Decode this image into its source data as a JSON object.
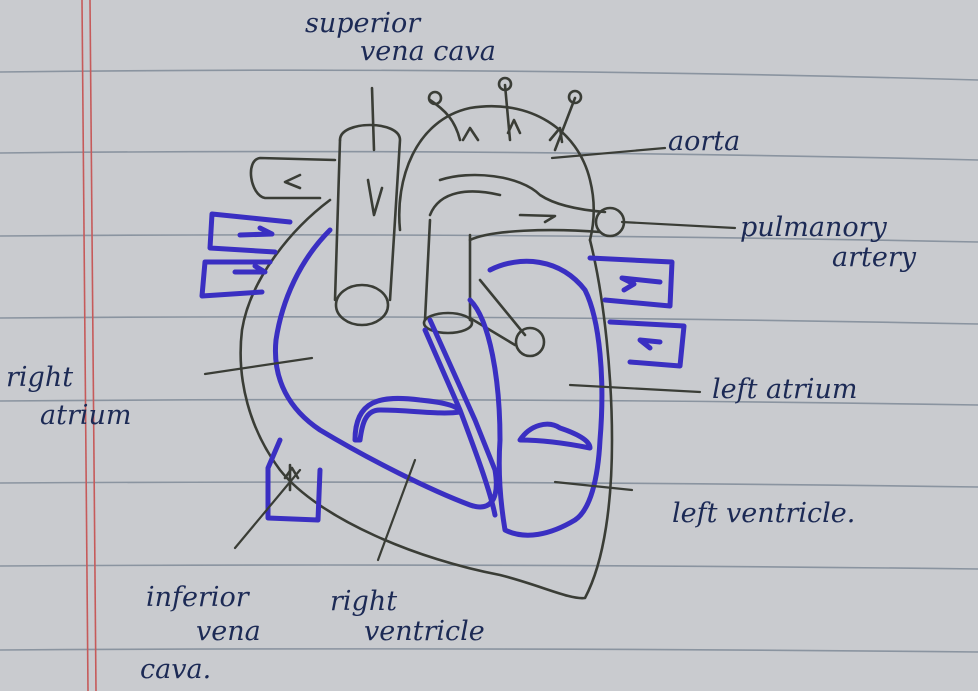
{
  "colors": {
    "paper": "#c9cbcf",
    "rule_line": "#8a94a0",
    "margin_line": "#c65a5a",
    "pencil": "#3a3d36",
    "blue_ink": "#3a2fc2",
    "label_ink": "#1c2a55"
  },
  "labels": {
    "superior_1": "superior",
    "superior_2": "vena cava",
    "aorta": "aorta",
    "pulmonary_1": "pulmanory",
    "pulmonary_2": "artery",
    "left_atrium": "left atrium",
    "left_ventricle": "left ventricle.",
    "right_atrium_1": "right",
    "right_atrium_2": "atrium",
    "inferior_1": "inferior",
    "inferior_2": "vena",
    "inferior_3": "cava.",
    "right_ventricle_1": "right",
    "right_ventricle_2": "ventricle"
  }
}
